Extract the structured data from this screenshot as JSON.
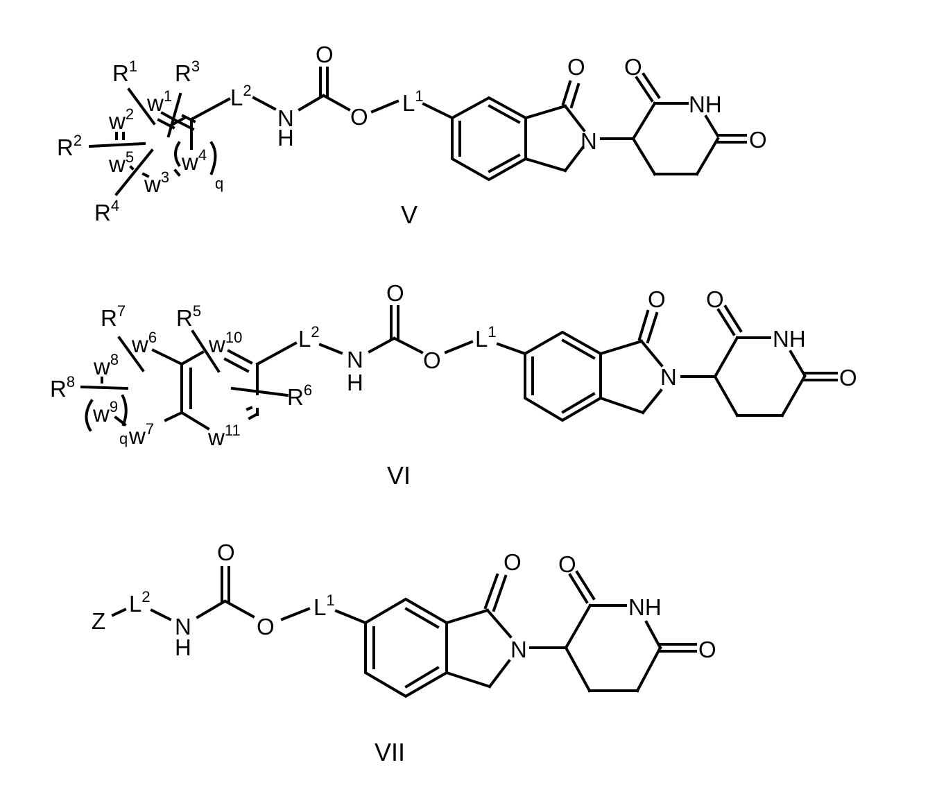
{
  "figure": {
    "type": "chemical structure diagram",
    "structures": [
      {
        "id": "V",
        "caption": "V",
        "labels": {
          "R1": "R",
          "R1_sup": "1",
          "R2": "R",
          "R2_sup": "2",
          "R3": "R",
          "R3_sup": "3",
          "R4": "R",
          "R4_sup": "4",
          "W1": "w",
          "W1_sup": "1",
          "W2": "w",
          "W2_sup": "2",
          "W3": "w",
          "W3_sup": "3",
          "W4": "w",
          "W4_sup": "4",
          "W5": "w",
          "W5_sup": "5",
          "q": "q",
          "L2": "L",
          "L2_sup": "2",
          "NH_N": "N",
          "NH_H": "H",
          "carbonyl_O": "O",
          "ester_O": "O",
          "L1": "L",
          "L1_sup": "1",
          "lactam_O": "O",
          "ring_N": "N",
          "imide_O1": "O",
          "imide_NH": "NH",
          "imide_O2": "O"
        }
      },
      {
        "id": "VI",
        "caption": "VI",
        "labels": {
          "R5": "R",
          "R5_sup": "5",
          "R6": "R",
          "R6_sup": "6",
          "R7": "R",
          "R7_sup": "7",
          "R8": "R",
          "R8_sup": "8",
          "W6": "w",
          "W6_sup": "6",
          "W7": "w",
          "W7_sup": "7",
          "W8": "w",
          "W8_sup": "8",
          "W9": "w",
          "W9_sup": "9",
          "W10": "w",
          "W10_sup": "10",
          "W11": "w",
          "W11_sup": "11",
          "q": "q",
          "L2": "L",
          "L2_sup": "2",
          "NH_N": "N",
          "NH_H": "H",
          "carbonyl_O": "O",
          "ester_O": "O",
          "L1": "L",
          "L1_sup": "1",
          "lactam_O": "O",
          "ring_N": "N",
          "imide_O1": "O",
          "imide_NH": "NH",
          "imide_O2": "O"
        }
      },
      {
        "id": "VII",
        "caption": "VII",
        "labels": {
          "Z": "Z",
          "L2": "L",
          "L2_sup": "2",
          "NH_N": "N",
          "NH_H": "H",
          "carbonyl_O": "O",
          "ester_O": "O",
          "L1": "L",
          "L1_sup": "1",
          "lactam_O": "O",
          "ring_N": "N",
          "imide_O1": "O",
          "imide_NH": "NH",
          "imide_O2": "O"
        }
      }
    ]
  }
}
